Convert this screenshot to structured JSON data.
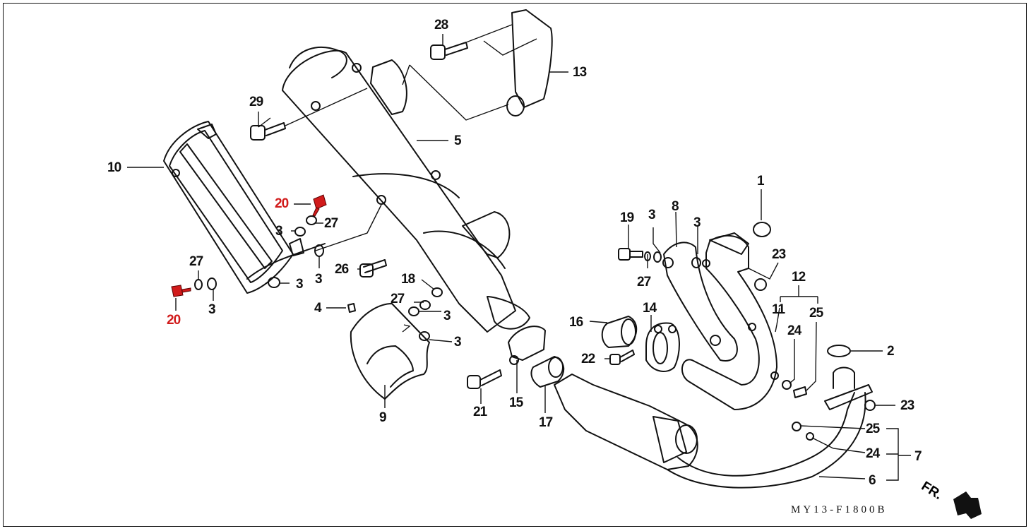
{
  "diagram": {
    "title": "Exhaust muffler exploded parts diagram",
    "code": "MY13-F1800B",
    "direction_label": "FR.",
    "highlight_color": "#d11b1b",
    "labels": [
      {
        "id": "1",
        "text": "1"
      },
      {
        "id": "2",
        "text": "2"
      },
      {
        "id": "3a",
        "text": "3"
      },
      {
        "id": "3b",
        "text": "3"
      },
      {
        "id": "3c",
        "text": "3"
      },
      {
        "id": "3d",
        "text": "3"
      },
      {
        "id": "3e",
        "text": "3"
      },
      {
        "id": "3f",
        "text": "3"
      },
      {
        "id": "3g",
        "text": "3"
      },
      {
        "id": "3h",
        "text": "3"
      },
      {
        "id": "4",
        "text": "4"
      },
      {
        "id": "5",
        "text": "5"
      },
      {
        "id": "6",
        "text": "6"
      },
      {
        "id": "7",
        "text": "7"
      },
      {
        "id": "8",
        "text": "8"
      },
      {
        "id": "9",
        "text": "9"
      },
      {
        "id": "10",
        "text": "10"
      },
      {
        "id": "11",
        "text": "11"
      },
      {
        "id": "12",
        "text": "12"
      },
      {
        "id": "13",
        "text": "13"
      },
      {
        "id": "14",
        "text": "14"
      },
      {
        "id": "15",
        "text": "15"
      },
      {
        "id": "16",
        "text": "16"
      },
      {
        "id": "17",
        "text": "17"
      },
      {
        "id": "18",
        "text": "18"
      },
      {
        "id": "19",
        "text": "19"
      },
      {
        "id": "20a",
        "text": "20",
        "highlight": true
      },
      {
        "id": "20b",
        "text": "20",
        "highlight": true
      },
      {
        "id": "21",
        "text": "21"
      },
      {
        "id": "22",
        "text": "22"
      },
      {
        "id": "23a",
        "text": "23"
      },
      {
        "id": "23b",
        "text": "23"
      },
      {
        "id": "24a",
        "text": "24"
      },
      {
        "id": "24b",
        "text": "24"
      },
      {
        "id": "25a",
        "text": "25"
      },
      {
        "id": "25b",
        "text": "25"
      },
      {
        "id": "26",
        "text": "26"
      },
      {
        "id": "27a",
        "text": "27"
      },
      {
        "id": "27b",
        "text": "27"
      },
      {
        "id": "27c",
        "text": "27"
      },
      {
        "id": "27d",
        "text": "27"
      },
      {
        "id": "28",
        "text": "28"
      },
      {
        "id": "29",
        "text": "29"
      }
    ]
  }
}
